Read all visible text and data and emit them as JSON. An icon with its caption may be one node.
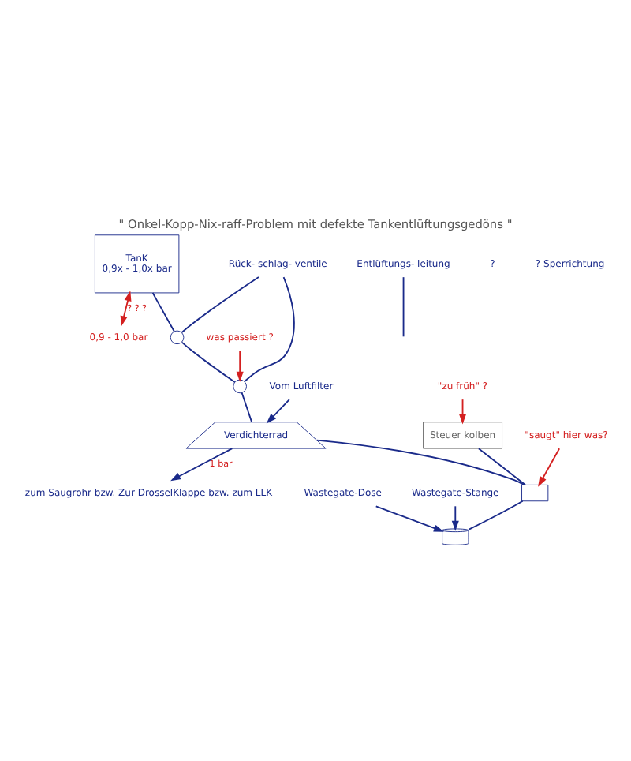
{
  "diagram": {
    "title": "\" Onkel-Kopp-Nix-raff-Problem mit defekte Tankentlüftungsgedöns \"",
    "nodes": [
      {
        "text": [
          "TanK",
          "0,9x - 1,0x bar"
        ]
      },
      {
        "text": [
          "Verdichterrad"
        ]
      },
      {
        "text": [],
        "shape": "circle"
      },
      {
        "text": [],
        "shape": "circle"
      },
      {
        "text": [
          "Rück- schlag- ventile"
        ]
      },
      {
        "text": [
          "Entlüftungs- leitung"
        ]
      },
      {
        "text": [],
        "shape": "box"
      },
      {
        "text": [
          "Steuer kolben"
        ]
      },
      {
        "text": [],
        "shape": "cylinder"
      },
      {
        "text": [
          "Wastegate-Dose"
        ]
      },
      {
        "text": [
          "Wastegate-Stange"
        ]
      },
      {
        "text": [
          "Vom Luftfilter"
        ]
      },
      {
        "text": [
          "0,9 - 1,0 bar"
        ]
      },
      {
        "text": [
          "was passiert ?"
        ]
      },
      {
        "text": [
          "\"saugt\" hier was?"
        ]
      },
      {
        "text": [
          "\"zu früh\" ?"
        ]
      },
      {
        "text": [
          "zum Saugrohr bzw. Zur DrosselKlappe bzw. zum LLK"
        ]
      }
    ],
    "edges": [
      {
        "from": 0,
        "to": 2,
        "arrow": "none"
      },
      {
        "from": 2,
        "to": 3,
        "arrow": "none"
      },
      {
        "from": 3,
        "to": 1,
        "arrow": "none"
      },
      {
        "from": 1,
        "to": 6,
        "arrow": "none"
      },
      {
        "from": 6,
        "to": 8,
        "arrow": "none"
      },
      {
        "from": 4,
        "to": 2,
        "arrow": "none"
      },
      {
        "from": 4,
        "to": 3,
        "arrow": "none"
      },
      {
        "from": 5,
        "to": null,
        "arrow": "none"
      },
      {
        "from": 0,
        "to": 12,
        "arrow": "both",
        "label": "? ? ?",
        "color": "#d42020"
      },
      {
        "from": 11,
        "to": 1,
        "arrow": "to"
      },
      {
        "from": 13,
        "to": 3,
        "arrow": "to",
        "color": "#d42020"
      },
      {
        "from": 14,
        "to": 6,
        "arrow": "to",
        "color": "#d42020"
      },
      {
        "from": 15,
        "to": 7,
        "arrow": "to",
        "color": "#d42020"
      },
      {
        "from": 7,
        "to": 6,
        "arrow": "none"
      },
      {
        "from": 9,
        "to": 8,
        "arrow": "to"
      },
      {
        "from": 10,
        "to": 8,
        "arrow": "to"
      },
      {
        "from": 1,
        "to": 16,
        "arrow": "to",
        "label": "1 bar"
      }
    ],
    "labels": [
      "?",
      "? Sperrichtung"
    ]
  }
}
